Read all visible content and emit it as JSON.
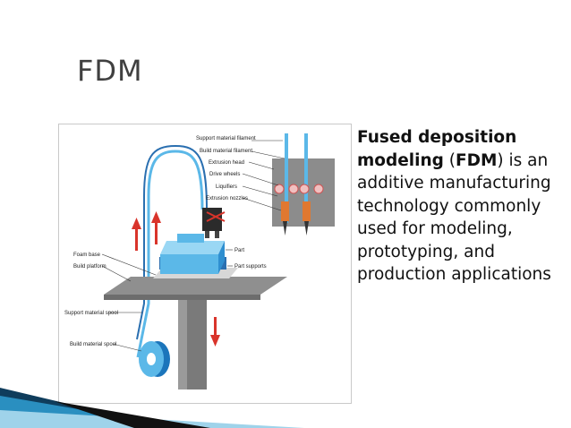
{
  "slide": {
    "title": "FDM",
    "text": {
      "term": "Fused deposition modeling",
      "open_paren": " (",
      "abbr": "FDM",
      "rest": ") is an additive manufacturing technology commonly used for modeling, prototyping, and production applications"
    }
  },
  "figure": {
    "labels": {
      "support_filament": "Support material filament",
      "build_filament": "Build material filament",
      "extrusion_head": "Extrusion head",
      "drive_wheels": "Drive wheels",
      "liquifiers": "Liquifiers",
      "extrusion_nozzles": "Extrusion nozzles",
      "part": "Part",
      "part_supports": "Part supports",
      "foam_base": "Foam base",
      "build_platform": "Build platform",
      "support_spool": "Support material spool",
      "build_spool": "Build material spool"
    }
  },
  "colors": {
    "title": "#404040",
    "accent": "#1b75bb",
    "part": "#5bb8e8",
    "arrow": "#d9342b"
  }
}
